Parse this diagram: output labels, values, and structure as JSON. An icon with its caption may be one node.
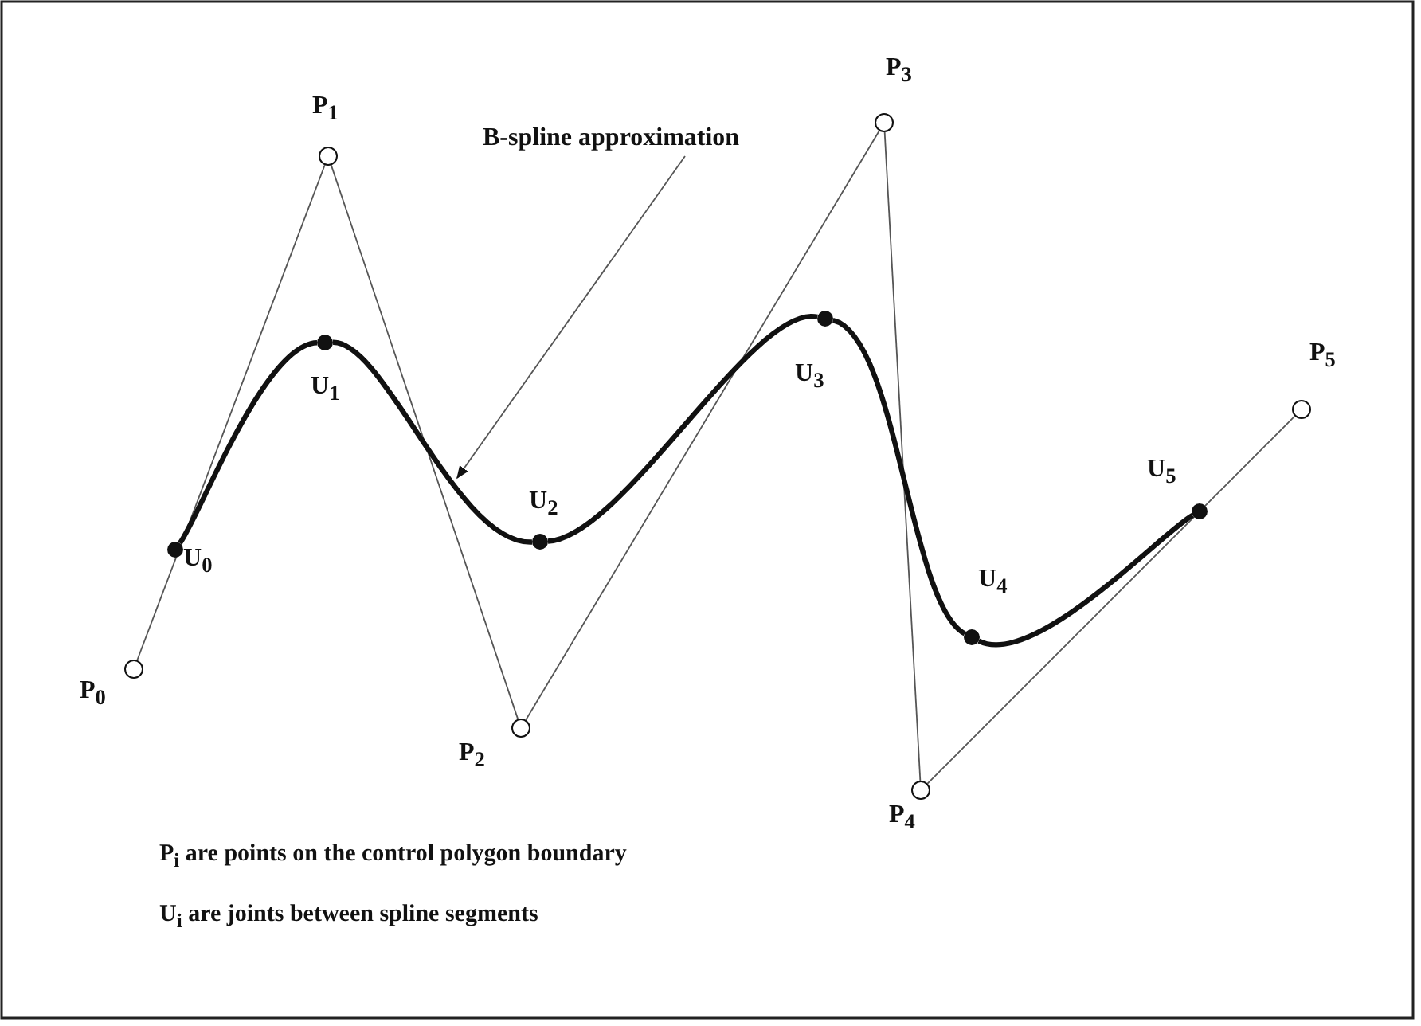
{
  "diagram": {
    "nodes": [
      {
        "text": [],
        "shape": "circle",
        "beside": [
          "P$_{0}$"
        ]
      },
      {
        "text": [],
        "shape": "circle",
        "beside": [
          "P$_{1}$"
        ]
      },
      {
        "text": [],
        "shape": "circle",
        "beside": [
          "P$_{2}$"
        ]
      },
      {
        "text": [],
        "shape": "circle",
        "beside": [
          "P$_{3}$"
        ]
      },
      {
        "text": [],
        "shape": "circle",
        "beside": [
          "P$_{4}$"
        ]
      },
      {
        "text": [],
        "shape": "circle",
        "beside": [
          "P$_{5}$"
        ]
      },
      {
        "text": [],
        "shape": "dot",
        "beside": [
          "U$_{0}$"
        ]
      },
      {
        "text": [],
        "shape": "dot",
        "beside": [
          "U$_{1}$"
        ]
      },
      {
        "text": [],
        "shape": "dot",
        "beside": [
          "U$_{2}$"
        ]
      },
      {
        "text": [],
        "shape": "dot",
        "beside": [
          "U$_{3}$"
        ]
      },
      {
        "text": [],
        "shape": "dot",
        "beside": [
          "U$_{4}$"
        ]
      },
      {
        "text": [],
        "shape": "dot",
        "beside": [
          "U$_{5}$"
        ]
      },
      {
        "text": [
          "B-spline approximation"
        ]
      }
    ],
    "edges": [
      {
        "from": 0,
        "to": 1,
        "arrow": "none"
      },
      {
        "from": 1,
        "to": 2,
        "arrow": "none"
      },
      {
        "from": 2,
        "to": 3,
        "arrow": "none"
      },
      {
        "from": 3,
        "to": 4,
        "arrow": "none"
      },
      {
        "from": 4,
        "to": 5,
        "arrow": "none"
      },
      {
        "from": 6,
        "to": 7,
        "arrow": "none",
        "style": "thick"
      },
      {
        "from": 7,
        "to": 8,
        "arrow": "none",
        "style": "thick"
      },
      {
        "from": 8,
        "to": 9,
        "arrow": "none",
        "style": "thick"
      },
      {
        "from": 9,
        "to": 10,
        "arrow": "none",
        "style": "thick"
      },
      {
        "from": 10,
        "to": 11,
        "arrow": "none",
        "style": "thick"
      },
      {
        "from": 12,
        "to": null,
        "arrow": "to"
      }
    ],
    "labels": [
      "P$_{i}$ are points on the control polygon boundary",
      "U$_{i}$ are joints between spline segments"
    ]
  }
}
